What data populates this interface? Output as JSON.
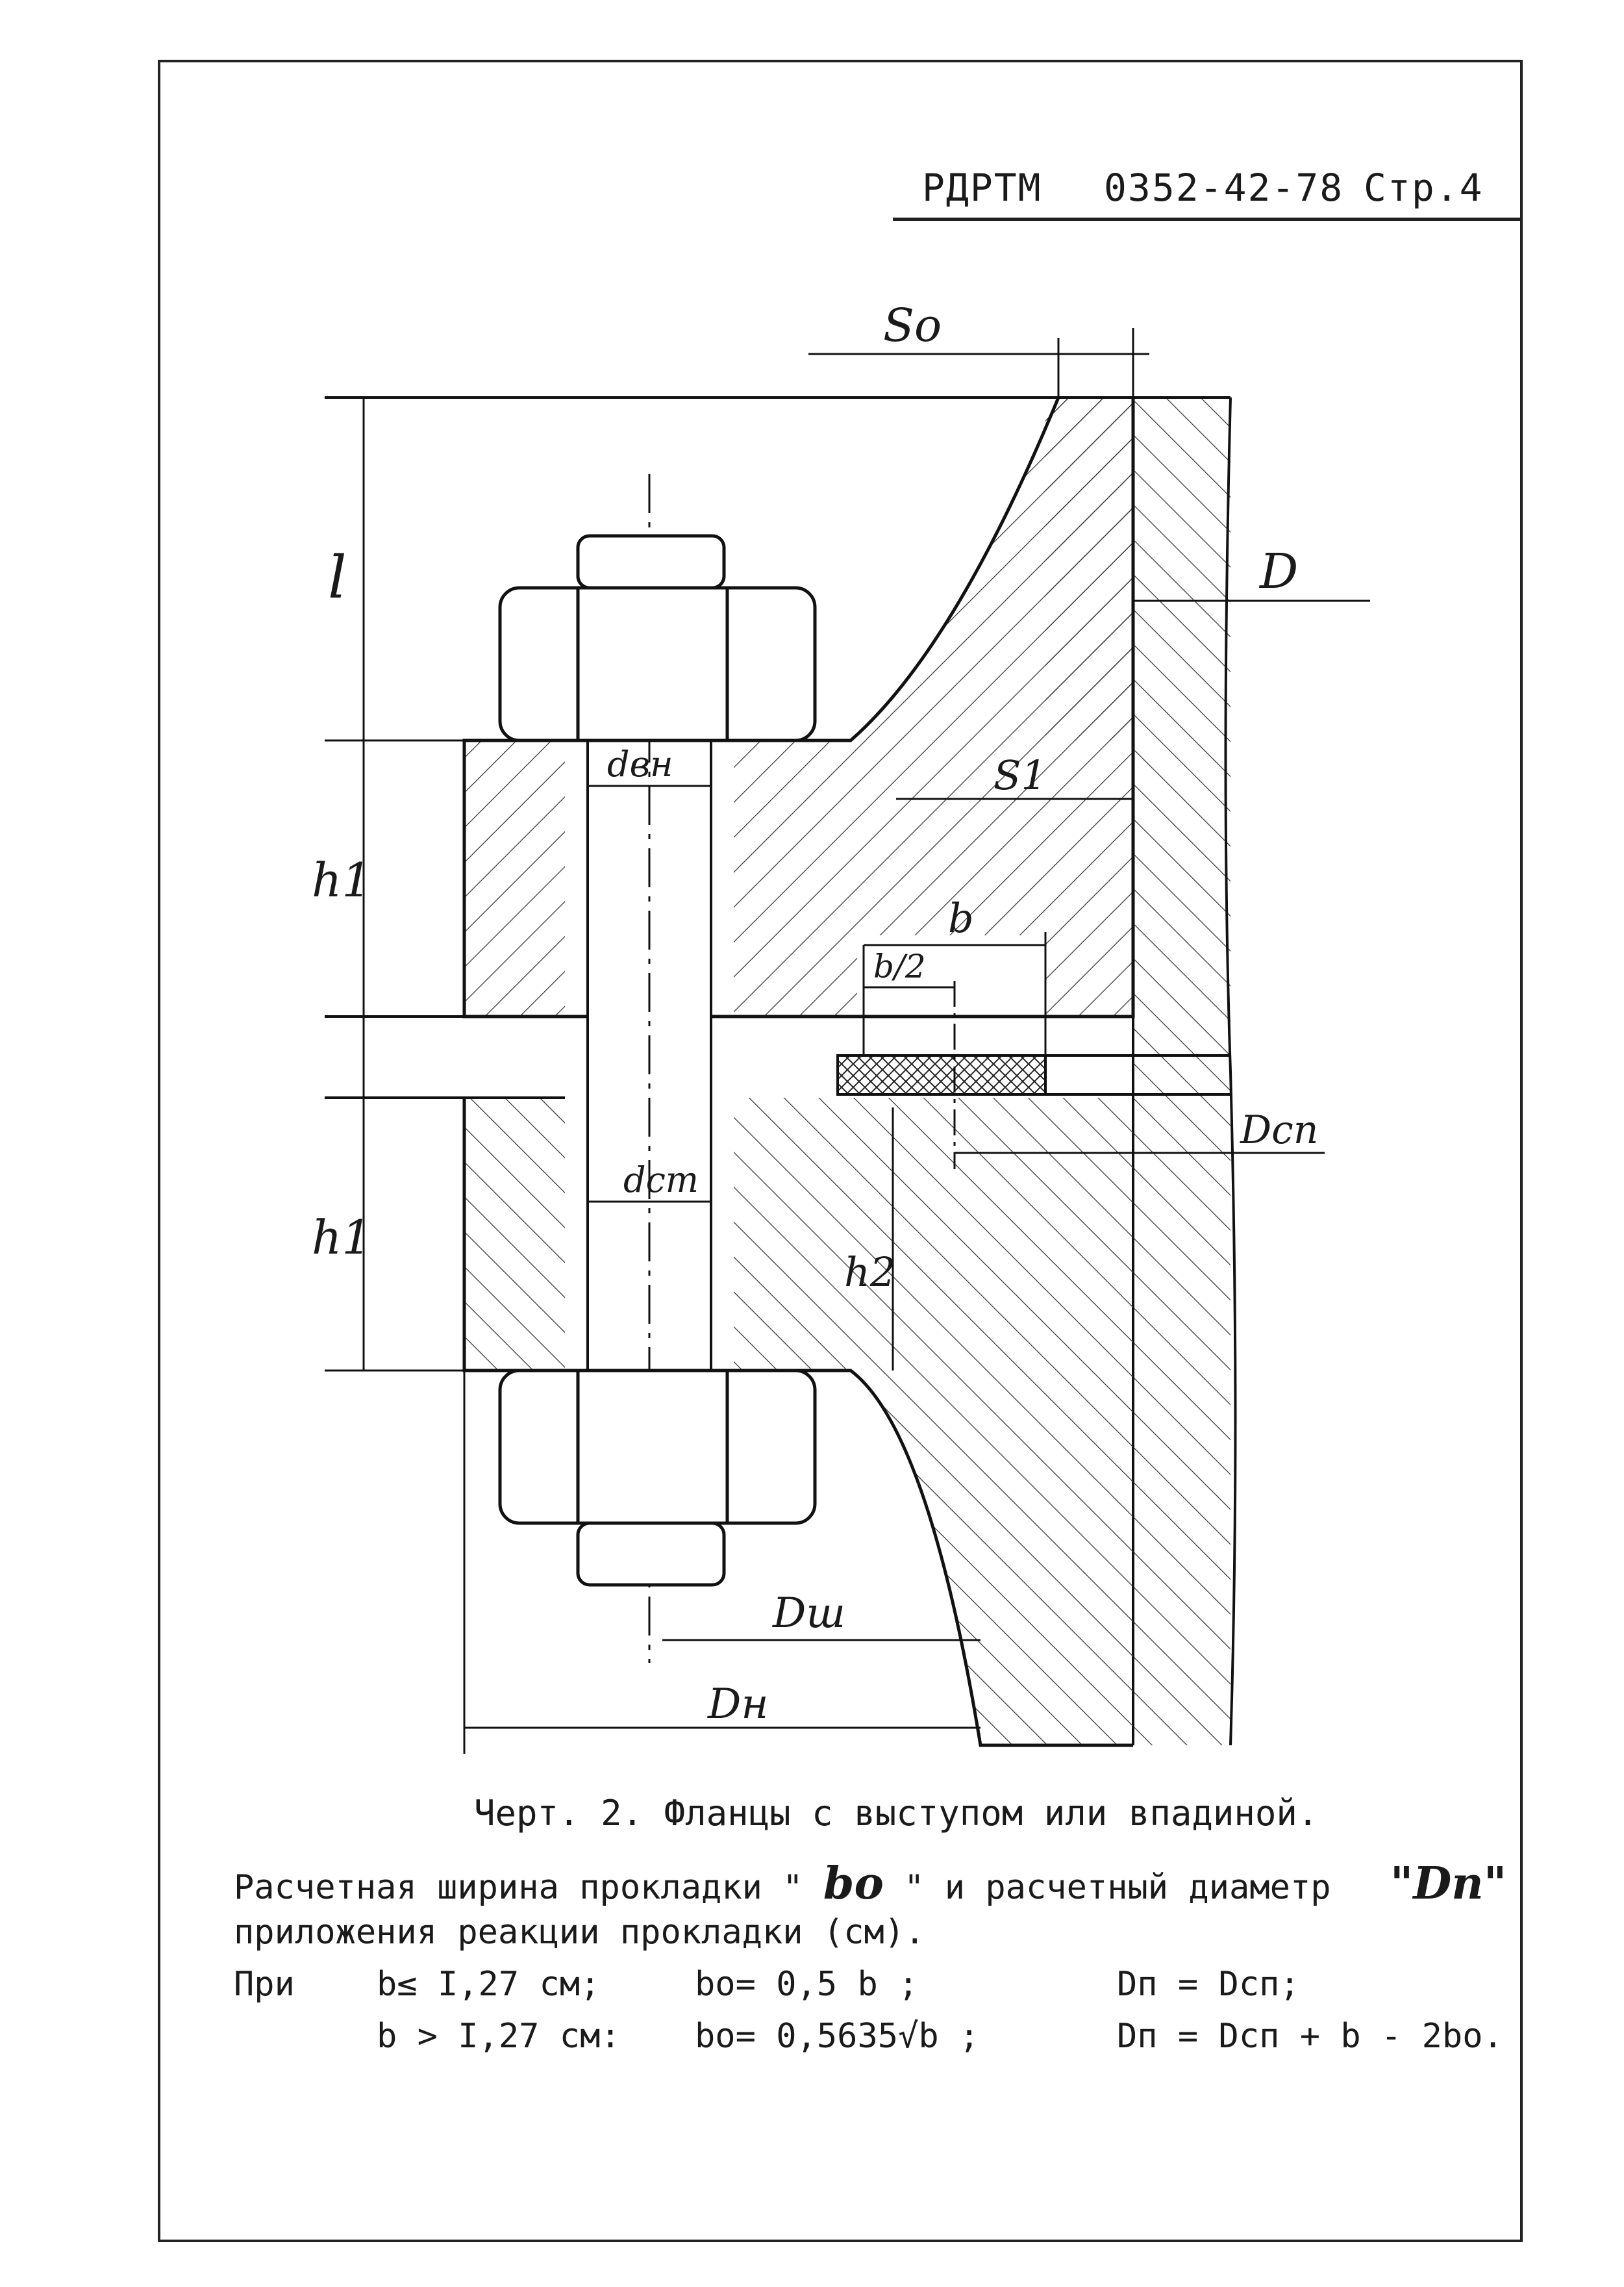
{
  "header": {
    "doc_code": "РДРТМ",
    "doc_number": "0352-42-78",
    "page": "Стр.4"
  },
  "drawing_labels": {
    "s0": "So",
    "s1": "S1",
    "l": "l",
    "d": "D",
    "h1_top": "h1",
    "h1_bottom": "h1",
    "h2": "h2",
    "dvn": "dвн",
    "dst": "dст",
    "b": "b",
    "b_half": "b/2",
    "dsp": "Dсп",
    "dsh": "Dш",
    "dn": "Dн"
  },
  "caption": "Черт. 2. Фланцы с выступом или впадиной.",
  "text": {
    "line1_a": "Расчетная ширина прокладки \"",
    "line1_sym1": "bo",
    "line1_b": "\" и расчетный диаметр",
    "line1_sym2": "\"Dп\"",
    "line2": "приложения реакции прокладки (см).",
    "cond_word": "При",
    "cond1": "b≤ I,27 см;",
    "cond1_f1": "bo= 0,5 b ;",
    "cond1_f2": "Dп = Dсп;",
    "cond2": "b > I,27 см:",
    "cond2_f1": "bo= 0,5635√b ;",
    "cond2_f2": "Dп = Dсп + b - 2bo."
  }
}
